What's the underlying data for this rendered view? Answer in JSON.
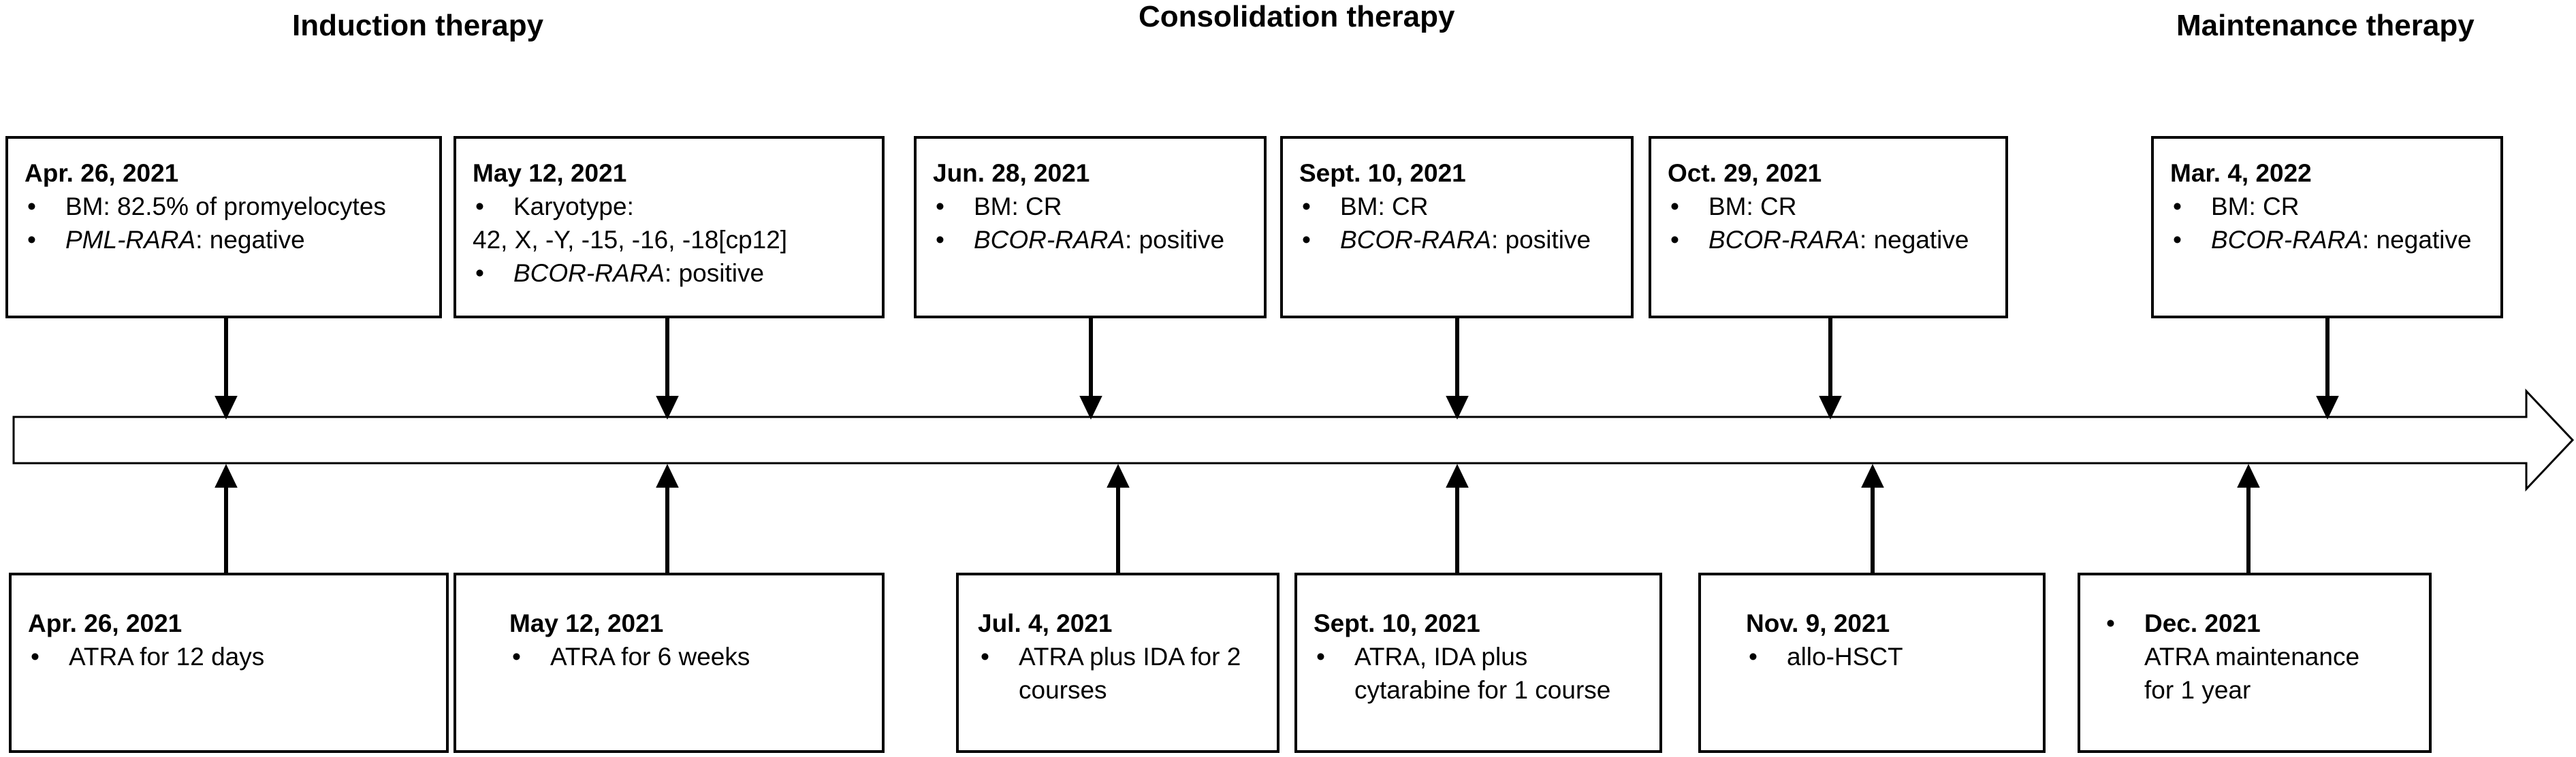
{
  "phases": {
    "induction": "Induction therapy",
    "consolidation": "Consolidation therapy",
    "maintenance": "Maintenance therapy"
  },
  "findings": [
    {
      "date": "Apr. 26, 2021",
      "line1": "BM: 82.5% of promyelocytes",
      "gene2": "PML-RARA",
      "rest2": ": negative"
    },
    {
      "date": "May 12, 2021",
      "line1": "Karyotype:",
      "line1b": "42, X, -Y, -15, -16, -18[cp12]",
      "gene2": "BCOR-RARA",
      "rest2": ": positive"
    },
    {
      "date": "Jun. 28, 2021",
      "line1": "BM: CR",
      "gene2": "BCOR-RARA",
      "rest2": ": positive"
    },
    {
      "date": "Sept. 10, 2021",
      "line1": "BM: CR",
      "gene2": "BCOR-RARA",
      "rest2": ": positive"
    },
    {
      "date": "Oct. 29, 2021",
      "line1": "BM: CR",
      "gene2": "BCOR-RARA",
      "rest2": ": negative"
    },
    {
      "date": "Mar. 4, 2022",
      "line1": "BM: CR",
      "gene2": "BCOR-RARA",
      "rest2": ": negative"
    }
  ],
  "treatments": [
    {
      "date": "Apr. 26, 2021",
      "text": "ATRA for 12 days"
    },
    {
      "date": "May 12, 2021",
      "text": "ATRA for 6 weeks"
    },
    {
      "date": "Jul. 4, 2021",
      "text": "ATRA plus IDA for 2 courses"
    },
    {
      "date": "Sept. 10, 2021",
      "text": "ATRA, IDA plus cytarabine  for 1 course"
    },
    {
      "date": "Nov. 9, 2021",
      "text": "allo-HSCT"
    },
    {
      "date": "Dec. 2021",
      "text": "ATRA maintenance for 1 year"
    }
  ]
}
